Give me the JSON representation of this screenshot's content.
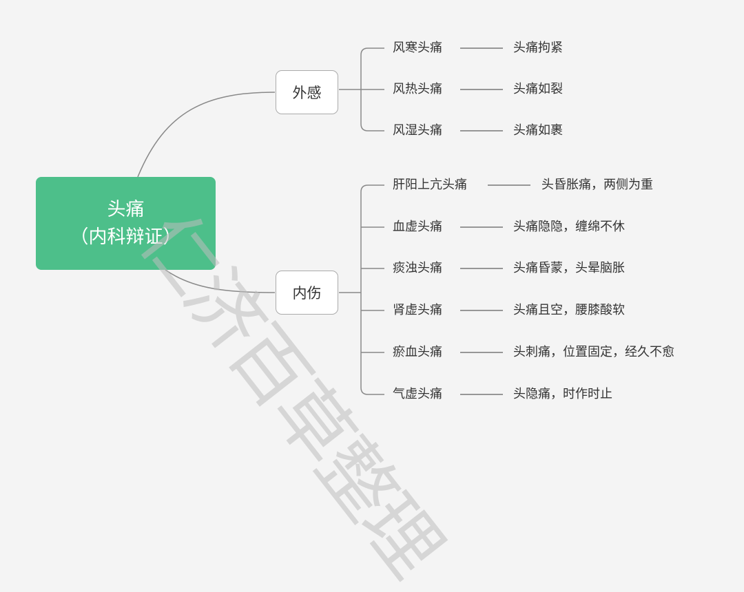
{
  "root": {
    "line1": "头痛",
    "line2": "（内科辩证）",
    "color": "#4dbf8a"
  },
  "branches": [
    {
      "label": "外感",
      "children": [
        {
          "name": "风寒头痛",
          "desc": "头痛拘紧"
        },
        {
          "name": "风热头痛",
          "desc": "头痛如裂"
        },
        {
          "name": "风湿头痛",
          "desc": "头痛如裹"
        }
      ]
    },
    {
      "label": "内伤",
      "children": [
        {
          "name": "肝阳上亢头痛",
          "desc": "头昏胀痛，两侧为重"
        },
        {
          "name": "血虚头痛",
          "desc": "头痛隐隐，缠绵不休"
        },
        {
          "name": "痰浊头痛",
          "desc": "头痛昏蒙，头晕脑胀"
        },
        {
          "name": "肾虚头痛",
          "desc": "头痛且空，腰膝酸软"
        },
        {
          "name": "瘀血头痛",
          "desc": "头刺痛，位置固定，经久不愈"
        },
        {
          "name": "气虚头痛",
          "desc": "头隐痛，时作时止"
        }
      ]
    }
  ],
  "watermark": "仁济百草整理"
}
